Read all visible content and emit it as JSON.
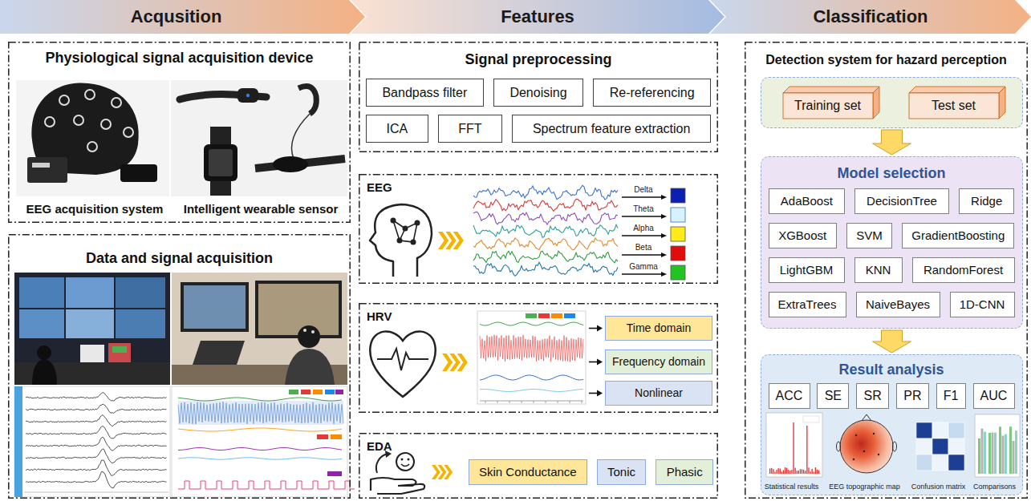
{
  "diagram": {
    "nodes": [
      {
        "text": [
          "Acqusition"
        ]
      },
      {
        "text": [
          "Features"
        ]
      },
      {
        "text": [
          "Classification"
        ]
      },
      {
        "text": [
          "Physiological signal acquisition device",
          "EEG acquisition system",
          "Intelligent wearable sensor"
        ]
      },
      {
        "text": [
          "Data and signal acquisition"
        ]
      },
      {
        "text": [
          "Signal preprocessing"
        ]
      },
      {
        "text": [
          "Bandpass filter"
        ],
        "in": 5
      },
      {
        "text": [
          "Denoising"
        ],
        "in": 5
      },
      {
        "text": [
          "Re-referencing"
        ],
        "in": 5
      },
      {
        "text": [
          "ICA"
        ],
        "in": 5
      },
      {
        "text": [
          "FFT"
        ],
        "in": 5
      },
      {
        "text": [
          "Spectrum feature extraction"
        ],
        "in": 5
      },
      {
        "text": [
          "EEG"
        ]
      },
      {
        "text": [
          "HRV"
        ]
      },
      {
        "text": [
          "Time domain"
        ],
        "in": 13
      },
      {
        "text": [
          "Frequency domain"
        ],
        "in": 13
      },
      {
        "text": [
          "Nonlinear"
        ],
        "in": 13
      },
      {
        "text": [
          "EDA"
        ]
      },
      {
        "text": [
          "Skin Conductance"
        ],
        "in": 17
      },
      {
        "text": [
          "Tonic"
        ],
        "in": 17
      },
      {
        "text": [
          "Phasic"
        ],
        "in": 17
      },
      {
        "text": [
          "Detection system for hazard perception"
        ]
      },
      {
        "text": [],
        "in": 21
      },
      {
        "text": [
          "Training set"
        ],
        "in": 22
      },
      {
        "text": [
          "Test set"
        ],
        "in": 22
      },
      {
        "text": [
          "Model selection"
        ],
        "in": 21
      },
      {
        "text": [
          "AdaBoost"
        ],
        "in": 25
      },
      {
        "text": [
          "DecisionTree"
        ],
        "in": 25
      },
      {
        "text": [
          "Ridge"
        ],
        "in": 25
      },
      {
        "text": [
          "XGBoost"
        ],
        "in": 25
      },
      {
        "text": [
          "SVM"
        ],
        "in": 25
      },
      {
        "text": [
          "GradientBoosting"
        ],
        "in": 25
      },
      {
        "text": [
          "LightGBM"
        ],
        "in": 25
      },
      {
        "text": [
          "KNN"
        ],
        "in": 25
      },
      {
        "text": [
          "RandomForest"
        ],
        "in": 25
      },
      {
        "text": [
          "ExtraTrees"
        ],
        "in": 25
      },
      {
        "text": [
          "NaiveBayes"
        ],
        "in": 25
      },
      {
        "text": [
          "1D-CNN"
        ],
        "in": 25
      },
      {
        "text": [
          "Result analysis"
        ],
        "in": 21
      },
      {
        "text": [
          "ACC"
        ],
        "in": 38
      },
      {
        "text": [
          "SE"
        ],
        "in": 38
      },
      {
        "text": [
          "SR"
        ],
        "in": 38
      },
      {
        "text": [
          "PR"
        ],
        "in": 38
      },
      {
        "text": [
          "F1"
        ],
        "in": 38
      },
      {
        "text": [
          "AUC"
        ],
        "in": 38
      }
    ],
    "edges": [
      {
        "from": 22,
        "to": 25,
        "arrow": "to"
      },
      {
        "from": 25,
        "to": 38,
        "arrow": "to"
      }
    ],
    "labels": [
      "Delta",
      "Theta",
      "Alpha",
      "Beta",
      "Gamma",
      "Statistical results",
      "EEG topographic map",
      "Confusion matrix",
      "Comparisons"
    ]
  }
}
